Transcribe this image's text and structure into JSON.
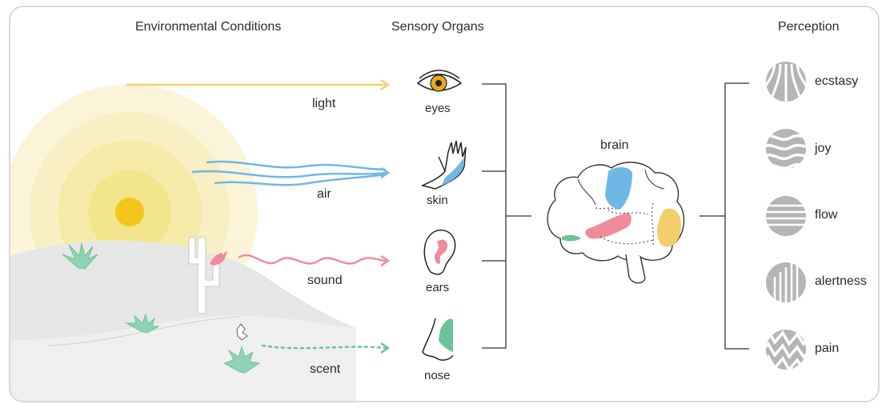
{
  "headers": {
    "environment": "Environmental Conditions",
    "sensory": "Sensory Organs",
    "perception": "Perception"
  },
  "stimuli": {
    "light": "light",
    "air": "air",
    "sound": "sound",
    "scent": "scent"
  },
  "organs": {
    "eyes": "eyes",
    "skin": "skin",
    "ears": "ears",
    "nose": "nose"
  },
  "brain_label": "brain",
  "perceptions": [
    "ecstasy",
    "joy",
    "flow",
    "alertness",
    "pain"
  ],
  "colors": {
    "light": "#f2d46b",
    "air": "#6fb7e6",
    "sound": "#ee8c9b",
    "scent": "#6cc39a",
    "sun": "#f5c51f",
    "icon_gray": "#b5b5b5",
    "hill": "#e6e6e6"
  },
  "icons": [
    "sun-icon",
    "cactus-icon",
    "bird-icon",
    "agave-icon",
    "flower-icon",
    "eye-icon",
    "hand-icon",
    "ear-icon",
    "nose-icon",
    "brain-icon",
    "ecstasy-icon",
    "joy-icon",
    "flow-icon",
    "alertness-icon",
    "pain-icon"
  ]
}
